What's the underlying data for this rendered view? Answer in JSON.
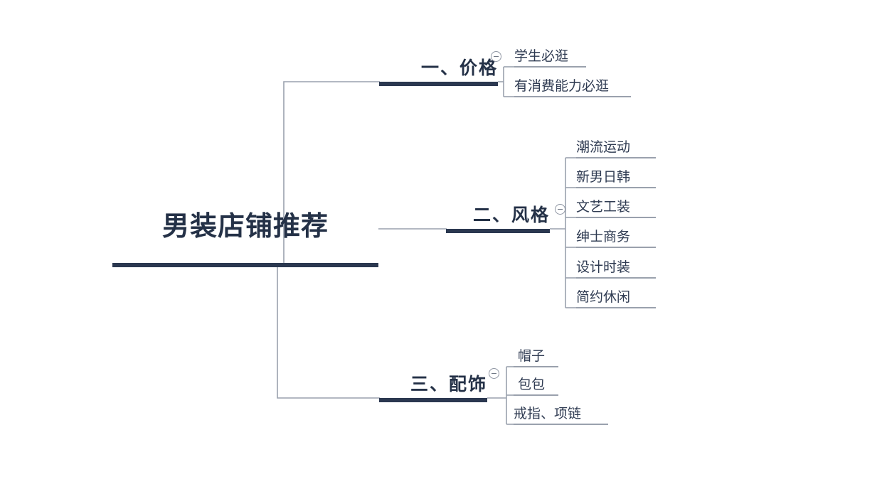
{
  "diagram": {
    "type": "mind-map",
    "title": "男装店铺推荐",
    "colors": {
      "node_bar": "#2b3850",
      "node_text": "#243147",
      "leaf_text": "#2f3b52",
      "connector": "#9aa1ad",
      "background": "#ffffff"
    },
    "root": {
      "label": "男装店铺推荐"
    },
    "branches": [
      {
        "id": "price",
        "label": "一、价格",
        "toggle_icon": "collapse-minus-icon",
        "toggle_state": "expanded",
        "children": [
          {
            "label": "学生必逛"
          },
          {
            "label": "有消费能力必逛"
          }
        ]
      },
      {
        "id": "style",
        "label": "二、风格",
        "toggle_icon": "collapse-minus-icon",
        "toggle_state": "expanded",
        "children": [
          {
            "label": "潮流运动"
          },
          {
            "label": "新男日韩"
          },
          {
            "label": "文艺工装"
          },
          {
            "label": "绅士商务"
          },
          {
            "label": "设计时装"
          },
          {
            "label": "简约休闲"
          }
        ]
      },
      {
        "id": "accessories",
        "label": "三、配饰",
        "toggle_icon": "collapse-minus-icon",
        "toggle_state": "expanded",
        "children": [
          {
            "label": "帽子"
          },
          {
            "label": "包包"
          },
          {
            "label": "戒指、项链"
          }
        ]
      }
    ]
  }
}
